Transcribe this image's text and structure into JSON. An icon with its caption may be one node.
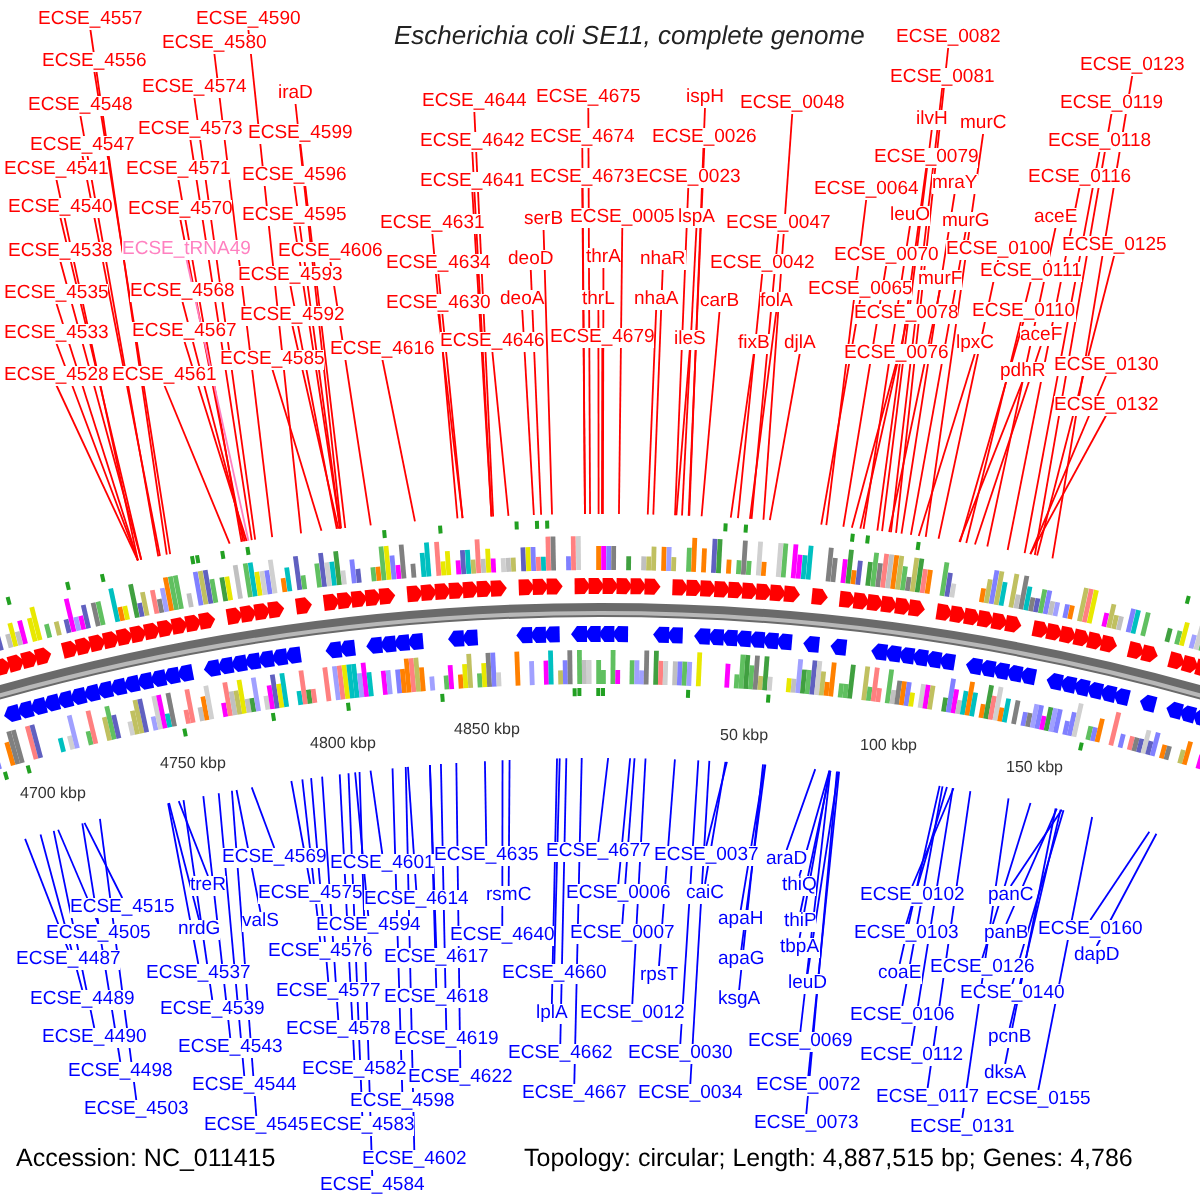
{
  "diagram": {
    "title": "Escherichia coli SE11, complete genome",
    "nodes": [
      {
        "text": [
          "ECSE_4557"
        ]
      },
      {
        "text": [
          "ECSE_4556"
        ]
      },
      {
        "text": [
          "ECSE_4548"
        ]
      },
      {
        "text": [
          "ECSE_4547"
        ]
      },
      {
        "text": [
          "ECSE_4541"
        ]
      },
      {
        "text": [
          "ECSE_4540"
        ]
      },
      {
        "text": [
          "ECSE_4538"
        ]
      },
      {
        "text": [
          "ECSE_4535"
        ]
      },
      {
        "text": [
          "ECSE_4533"
        ]
      },
      {
        "text": [
          "ECSE_4528"
        ]
      },
      {
        "text": [
          "ECSE_4580"
        ]
      },
      {
        "text": [
          "ECSE_4574"
        ]
      },
      {
        "text": [
          "ECSE_4573"
        ]
      },
      {
        "text": [
          "ECSE_4571"
        ]
      },
      {
        "text": [
          "ECSE_4570"
        ]
      },
      {
        "text": [
          "ECSE_tRNA49"
        ]
      },
      {
        "text": [
          "ECSE_4568"
        ]
      },
      {
        "text": [
          "ECSE_4567"
        ]
      },
      {
        "text": [
          "ECSE_4561"
        ]
      },
      {
        "text": [
          "ECSE_4590"
        ]
      },
      {
        "text": [
          "iraD"
        ]
      },
      {
        "text": [
          "ECSE_4599"
        ]
      },
      {
        "text": [
          "ECSE_4596"
        ]
      },
      {
        "text": [
          "ECSE_4595"
        ]
      },
      {
        "text": [
          "ECSE_4606"
        ]
      },
      {
        "text": [
          "ECSE_4593"
        ]
      },
      {
        "text": [
          "ECSE_4592"
        ]
      },
      {
        "text": [
          "ECSE_4585"
        ]
      },
      {
        "text": [
          "ECSE_4631"
        ]
      },
      {
        "text": [
          "ECSE_4616"
        ]
      },
      {
        "text": [
          "ECSE_4634"
        ]
      },
      {
        "text": [
          "ECSE_4630"
        ]
      },
      {
        "text": [
          "ECSE_4644"
        ]
      },
      {
        "text": [
          "ECSE_4642"
        ]
      },
      {
        "text": [
          "ECSE_4641"
        ]
      },
      {
        "text": [
          "serB"
        ]
      },
      {
        "text": [
          "deoD"
        ]
      },
      {
        "text": [
          "deoA"
        ]
      },
      {
        "text": [
          "ECSE_4646"
        ]
      },
      {
        "text": [
          "ECSE_4675"
        ]
      },
      {
        "text": [
          "ECSE_4674"
        ]
      },
      {
        "text": [
          "ECSE_4673"
        ]
      },
      {
        "text": [
          "ECSE_0005"
        ]
      },
      {
        "text": [
          "thrA"
        ]
      },
      {
        "text": [
          "thrL"
        ]
      },
      {
        "text": [
          "ECSE_4679"
        ]
      },
      {
        "text": [
          "ispH"
        ]
      },
      {
        "text": [
          "ECSE_0026"
        ]
      },
      {
        "text": [
          "ECSE_0023"
        ]
      },
      {
        "text": [
          "lspA"
        ]
      },
      {
        "text": [
          "nhaR"
        ]
      },
      {
        "text": [
          "nhaA"
        ]
      },
      {
        "text": [
          "ileS"
        ]
      },
      {
        "text": [
          "carB"
        ]
      },
      {
        "text": [
          "ECSE_0048"
        ]
      },
      {
        "text": [
          "ECSE_0047"
        ]
      },
      {
        "text": [
          "ECSE_0042"
        ]
      },
      {
        "text": [
          "folA"
        ]
      },
      {
        "text": [
          "fixB"
        ]
      },
      {
        "text": [
          "djlA"
        ]
      },
      {
        "text": [
          "ECSE_0082"
        ]
      },
      {
        "text": [
          "ECSE_0081"
        ]
      },
      {
        "text": [
          "ilvH"
        ]
      },
      {
        "text": [
          "murC"
        ]
      },
      {
        "text": [
          "ECSE_0079"
        ]
      },
      {
        "text": [
          "mraY"
        ]
      },
      {
        "text": [
          "ECSE_0064"
        ]
      },
      {
        "text": [
          "leuO"
        ]
      },
      {
        "text": [
          "murG"
        ]
      },
      {
        "text": [
          "ECSE_0070"
        ]
      },
      {
        "text": [
          "ECSE_0100"
        ]
      },
      {
        "text": [
          "murF"
        ]
      },
      {
        "text": [
          "ECSE_0065"
        ]
      },
      {
        "text": [
          "ECSE_0111"
        ]
      },
      {
        "text": [
          "ECSE_0078"
        ]
      },
      {
        "text": [
          "ECSE_0110"
        ]
      },
      {
        "text": [
          "lpxC"
        ]
      },
      {
        "text": [
          "aceF"
        ]
      },
      {
        "text": [
          "ECSE_0076"
        ]
      },
      {
        "text": [
          "pdhR"
        ]
      },
      {
        "text": [
          "ECSE_0130"
        ]
      },
      {
        "text": [
          "ECSE_0132"
        ]
      },
      {
        "text": [
          "ECSE_0123"
        ]
      },
      {
        "text": [
          "ECSE_0119"
        ]
      },
      {
        "text": [
          "ECSE_0118"
        ]
      },
      {
        "text": [
          "ECSE_0116"
        ]
      },
      {
        "text": [
          "aceE"
        ]
      },
      {
        "text": [
          "ECSE_0125"
        ]
      },
      {
        "text": [
          "ECSE_4515"
        ]
      },
      {
        "text": [
          "ECSE_4505"
        ]
      },
      {
        "text": [
          "ECSE_4487"
        ]
      },
      {
        "text": [
          "ECSE_4489"
        ]
      },
      {
        "text": [
          "ECSE_4490"
        ]
      },
      {
        "text": [
          "ECSE_4498"
        ]
      },
      {
        "text": [
          "ECSE_4503"
        ]
      },
      {
        "text": [
          "treR"
        ]
      },
      {
        "text": [
          "nrdG"
        ]
      },
      {
        "text": [
          "ECSE_4537"
        ]
      },
      {
        "text": [
          "ECSE_4539"
        ]
      },
      {
        "text": [
          "ECSE_4543"
        ]
      },
      {
        "text": [
          "ECSE_4544"
        ]
      },
      {
        "text": [
          "ECSE_4545"
        ]
      },
      {
        "text": [
          "ECSE_4569"
        ]
      },
      {
        "text": [
          "valS"
        ]
      },
      {
        "text": [
          "ECSE_4575"
        ]
      },
      {
        "text": [
          "ECSE_4576"
        ]
      },
      {
        "text": [
          "ECSE_4577"
        ]
      },
      {
        "text": [
          "ECSE_4578"
        ]
      },
      {
        "text": [
          "ECSE_4582"
        ]
      },
      {
        "text": [
          "ECSE_4583"
        ]
      },
      {
        "text": [
          "ECSE_4584"
        ]
      },
      {
        "text": [
          "ECSE_4601"
        ]
      },
      {
        "text": [
          "ECSE_4594"
        ]
      },
      {
        "text": [
          "ECSE_4614"
        ]
      },
      {
        "text": [
          "ECSE_4617"
        ]
      },
      {
        "text": [
          "ECSE_4618"
        ]
      },
      {
        "text": [
          "ECSE_4619"
        ]
      },
      {
        "text": [
          "ECSE_4622"
        ]
      },
      {
        "text": [
          "ECSE_4598"
        ]
      },
      {
        "text": [
          "ECSE_4602"
        ]
      },
      {
        "text": [
          "ECSE_4635"
        ]
      },
      {
        "text": [
          "rsmC"
        ]
      },
      {
        "text": [
          "ECSE_4640"
        ]
      },
      {
        "text": [
          "ECSE_4660"
        ]
      },
      {
        "text": [
          "lplA"
        ]
      },
      {
        "text": [
          "ECSE_4662"
        ]
      },
      {
        "text": [
          "ECSE_4667"
        ]
      },
      {
        "text": [
          "ECSE_4677"
        ]
      },
      {
        "text": [
          "ECSE_0006"
        ]
      },
      {
        "text": [
          "ECSE_0007"
        ]
      },
      {
        "text": [
          "rpsT"
        ]
      },
      {
        "text": [
          "ECSE_0012"
        ]
      },
      {
        "text": [
          "ECSE_0030"
        ]
      },
      {
        "text": [
          "ECSE_0034"
        ]
      },
      {
        "text": [
          "ECSE_0037"
        ]
      },
      {
        "text": [
          "caiC"
        ]
      },
      {
        "text": [
          "apaH"
        ]
      },
      {
        "text": [
          "apaG"
        ]
      },
      {
        "text": [
          "ksgA"
        ]
      },
      {
        "text": [
          "araD"
        ]
      },
      {
        "text": [
          "thiQ"
        ]
      },
      {
        "text": [
          "thiP"
        ]
      },
      {
        "text": [
          "tbpA"
        ]
      },
      {
        "text": [
          "leuD"
        ]
      },
      {
        "text": [
          "ECSE_0069"
        ]
      },
      {
        "text": [
          "ECSE_0072"
        ]
      },
      {
        "text": [
          "ECSE_0073"
        ]
      },
      {
        "text": [
          "ECSE_0102"
        ]
      },
      {
        "text": [
          "ECSE_0103"
        ]
      },
      {
        "text": [
          "coaE"
        ]
      },
      {
        "text": [
          "ECSE_0106"
        ]
      },
      {
        "text": [
          "ECSE_0112"
        ]
      },
      {
        "text": [
          "ECSE_0117"
        ]
      },
      {
        "text": [
          "ECSE_0131"
        ]
      },
      {
        "text": [
          "panC"
        ]
      },
      {
        "text": [
          "panB"
        ]
      },
      {
        "text": [
          "ECSE_0126"
        ]
      },
      {
        "text": [
          "ECSE_0140"
        ]
      },
      {
        "text": [
          "pcnB"
        ]
      },
      {
        "text": [
          "dksA"
        ]
      },
      {
        "text": [
          "ECSE_0155"
        ]
      },
      {
        "text": [
          "ECSE_0160"
        ]
      },
      {
        "text": [
          "dapD"
        ]
      }
    ],
    "edges": [
      {
        "from": 0,
        "to": null,
        "arrow": "none",
        "color": "#ff0000"
      },
      {
        "from": 1,
        "to": null,
        "arrow": "none",
        "color": "#ff0000"
      },
      {
        "from": 2,
        "to": null,
        "arrow": "none",
        "color": "#ff0000"
      },
      {
        "from": 3,
        "to": null,
        "arrow": "none",
        "color": "#ff0000"
      },
      {
        "from": 4,
        "to": null,
        "arrow": "none",
        "color": "#ff0000"
      },
      {
        "from": 5,
        "to": null,
        "arrow": "none",
        "color": "#ff0000"
      },
      {
        "from": 6,
        "to": null,
        "arrow": "none",
        "color": "#ff0000"
      },
      {
        "from": 7,
        "to": null,
        "arrow": "none",
        "color": "#ff0000"
      },
      {
        "from": 8,
        "to": null,
        "arrow": "none",
        "color": "#ff0000"
      },
      {
        "from": 9,
        "to": null,
        "arrow": "none",
        "color": "#ff0000"
      },
      {
        "from": 10,
        "to": null,
        "arrow": "none",
        "color": "#ff0000"
      },
      {
        "from": 11,
        "to": null,
        "arrow": "none",
        "color": "#ff0000"
      },
      {
        "from": 12,
        "to": null,
        "arrow": "none",
        "color": "#ff0000"
      },
      {
        "from": 13,
        "to": null,
        "arrow": "none",
        "color": "#ff0000"
      },
      {
        "from": 14,
        "to": null,
        "arrow": "none",
        "color": "#ff0000"
      },
      {
        "from": 15,
        "to": null,
        "arrow": "none",
        "color": "#ff80c0"
      },
      {
        "from": 16,
        "to": null,
        "arrow": "none",
        "color": "#ff0000"
      },
      {
        "from": 17,
        "to": null,
        "arrow": "none",
        "color": "#ff0000"
      },
      {
        "from": 18,
        "to": null,
        "arrow": "none",
        "color": "#ff0000"
      },
      {
        "from": 19,
        "to": null,
        "arrow": "none",
        "color": "#ff0000"
      },
      {
        "from": 20,
        "to": null,
        "arrow": "none",
        "color": "#ff0000"
      },
      {
        "from": 21,
        "to": null,
        "arrow": "none",
        "color": "#ff0000"
      },
      {
        "from": 22,
        "to": null,
        "arrow": "none",
        "color": "#ff0000"
      },
      {
        "from": 23,
        "to": null,
        "arrow": "none",
        "color": "#ff0000"
      },
      {
        "from": 24,
        "to": null,
        "arrow": "none",
        "color": "#ff0000"
      },
      {
        "from": 25,
        "to": null,
        "arrow": "none",
        "color": "#ff0000"
      },
      {
        "from": 26,
        "to": null,
        "arrow": "none",
        "color": "#ff0000"
      },
      {
        "from": 27,
        "to": null,
        "arrow": "none",
        "color": "#ff0000"
      },
      {
        "from": 28,
        "to": null,
        "arrow": "none",
        "color": "#ff0000"
      },
      {
        "from": 29,
        "to": null,
        "arrow": "none",
        "color": "#ff0000"
      },
      {
        "from": 30,
        "to": null,
        "arrow": "none",
        "color": "#ff0000"
      },
      {
        "from": 31,
        "to": null,
        "arrow": "none",
        "color": "#ff0000"
      },
      {
        "from": 32,
        "to": null,
        "arrow": "none",
        "color": "#ff0000"
      },
      {
        "from": 33,
        "to": null,
        "arrow": "none",
        "color": "#ff0000"
      },
      {
        "from": 34,
        "to": null,
        "arrow": "none",
        "color": "#ff0000"
      },
      {
        "from": 35,
        "to": null,
        "arrow": "none",
        "color": "#ff0000"
      },
      {
        "from": 36,
        "to": null,
        "arrow": "none",
        "color": "#ff0000"
      },
      {
        "from": 37,
        "to": null,
        "arrow": "none",
        "color": "#ff0000"
      },
      {
        "from": 38,
        "to": null,
        "arrow": "none",
        "color": "#ff0000"
      },
      {
        "from": 39,
        "to": null,
        "arrow": "none",
        "color": "#ff0000"
      },
      {
        "from": 40,
        "to": null,
        "arrow": "none",
        "color": "#ff0000"
      },
      {
        "from": 41,
        "to": null,
        "arrow": "none",
        "color": "#ff0000"
      },
      {
        "from": 42,
        "to": null,
        "arrow": "none",
        "color": "#ff0000"
      },
      {
        "from": 43,
        "to": null,
        "arrow": "none",
        "color": "#ff0000"
      },
      {
        "from": 44,
        "to": null,
        "arrow": "none",
        "color": "#ff0000"
      },
      {
        "from": 45,
        "to": null,
        "arrow": "none",
        "color": "#ff0000"
      },
      {
        "from": 46,
        "to": null,
        "arrow": "none",
        "color": "#ff0000"
      },
      {
        "from": 47,
        "to": null,
        "arrow": "none",
        "color": "#ff0000"
      },
      {
        "from": 48,
        "to": null,
        "arrow": "none",
        "color": "#ff0000"
      },
      {
        "from": 49,
        "to": null,
        "arrow": "none",
        "color": "#ff0000"
      },
      {
        "from": 50,
        "to": null,
        "arrow": "none",
        "color": "#ff0000"
      },
      {
        "from": 51,
        "to": null,
        "arrow": "none",
        "color": "#ff0000"
      },
      {
        "from": 52,
        "to": null,
        "arrow": "none",
        "color": "#ff0000"
      },
      {
        "from": 53,
        "to": null,
        "arrow": "none",
        "color": "#ff0000"
      },
      {
        "from": 54,
        "to": null,
        "arrow": "none",
        "color": "#ff0000"
      },
      {
        "from": 55,
        "to": null,
        "arrow": "none",
        "color": "#ff0000"
      },
      {
        "from": 56,
        "to": null,
        "arrow": "none",
        "color": "#ff0000"
      },
      {
        "from": 57,
        "to": null,
        "arrow": "none",
        "color": "#ff0000"
      },
      {
        "from": 58,
        "to": null,
        "arrow": "none",
        "color": "#ff0000"
      },
      {
        "from": 59,
        "to": null,
        "arrow": "none",
        "color": "#ff0000"
      },
      {
        "from": 60,
        "to": null,
        "arrow": "none",
        "color": "#ff0000"
      },
      {
        "from": 61,
        "to": null,
        "arrow": "none",
        "color": "#ff0000"
      },
      {
        "from": 62,
        "to": null,
        "arrow": "none",
        "color": "#ff0000"
      },
      {
        "from": 63,
        "to": null,
        "arrow": "none",
        "color": "#ff0000"
      },
      {
        "from": 64,
        "to": null,
        "arrow": "none",
        "color": "#ff0000"
      },
      {
        "from": 65,
        "to": null,
        "arrow": "none",
        "color": "#ff0000"
      },
      {
        "from": 66,
        "to": null,
        "arrow": "none",
        "color": "#ff0000"
      },
      {
        "from": 67,
        "to": null,
        "arrow": "none",
        "color": "#ff0000"
      },
      {
        "from": 68,
        "to": null,
        "arrow": "none",
        "color": "#ff0000"
      },
      {
        "from": 69,
        "to": null,
        "arrow": "none",
        "color": "#ff0000"
      },
      {
        "from": 70,
        "to": null,
        "arrow": "none",
        "color": "#ff0000"
      },
      {
        "from": 71,
        "to": null,
        "arrow": "none",
        "color": "#ff0000"
      },
      {
        "from": 72,
        "to": null,
        "arrow": "none",
        "color": "#ff0000"
      },
      {
        "from": 73,
        "to": null,
        "arrow": "none",
        "color": "#ff0000"
      },
      {
        "from": 74,
        "to": null,
        "arrow": "none",
        "color": "#ff0000"
      },
      {
        "from": 75,
        "to": null,
        "arrow": "none",
        "color": "#ff0000"
      },
      {
        "from": 76,
        "to": null,
        "arrow": "none",
        "color": "#ff0000"
      },
      {
        "from": 77,
        "to": null,
        "arrow": "none",
        "color": "#ff0000"
      },
      {
        "from": 78,
        "to": null,
        "arrow": "none",
        "color": "#ff0000"
      },
      {
        "from": 79,
        "to": null,
        "arrow": "none",
        "color": "#ff0000"
      },
      {
        "from": 80,
        "to": null,
        "arrow": "none",
        "color": "#ff0000"
      },
      {
        "from": 81,
        "to": null,
        "arrow": "none",
        "color": "#ff0000"
      },
      {
        "from": 82,
        "to": null,
        "arrow": "none",
        "color": "#ff0000"
      },
      {
        "from": 83,
        "to": null,
        "arrow": "none",
        "color": "#ff0000"
      },
      {
        "from": 84,
        "to": null,
        "arrow": "none",
        "color": "#ff0000"
      },
      {
        "from": 85,
        "to": null,
        "arrow": "none",
        "color": "#ff0000"
      },
      {
        "from": 86,
        "to": null,
        "arrow": "none",
        "color": "#ff0000"
      },
      {
        "from": 87,
        "to": null,
        "arrow": "none",
        "color": "#ff0000"
      },
      {
        "from": 88,
        "to": null,
        "arrow": "none",
        "color": "#0000ff"
      },
      {
        "from": 89,
        "to": null,
        "arrow": "none",
        "color": "#0000ff"
      },
      {
        "from": 90,
        "to": null,
        "arrow": "none",
        "color": "#0000ff"
      },
      {
        "from": 91,
        "to": null,
        "arrow": "none",
        "color": "#0000ff"
      },
      {
        "from": 92,
        "to": null,
        "arrow": "none",
        "color": "#0000ff"
      },
      {
        "from": 93,
        "to": null,
        "arrow": "none",
        "color": "#0000ff"
      },
      {
        "from": 94,
        "to": null,
        "arrow": "none",
        "color": "#0000ff"
      },
      {
        "from": 95,
        "to": null,
        "arrow": "none",
        "color": "#0000ff"
      },
      {
        "from": 96,
        "to": null,
        "arrow": "none",
        "color": "#0000ff"
      },
      {
        "from": 97,
        "to": null,
        "arrow": "none",
        "color": "#0000ff"
      },
      {
        "from": 98,
        "to": null,
        "arrow": "none",
        "color": "#0000ff"
      },
      {
        "from": 99,
        "to": null,
        "arrow": "none",
        "color": "#0000ff"
      },
      {
        "from": 100,
        "to": null,
        "arrow": "none",
        "color": "#0000ff"
      },
      {
        "from": 101,
        "to": null,
        "arrow": "none",
        "color": "#0000ff"
      },
      {
        "from": 102,
        "to": null,
        "arrow": "none",
        "color": "#0000ff"
      },
      {
        "from": 103,
        "to": null,
        "arrow": "none",
        "color": "#0000ff"
      },
      {
        "from": 104,
        "to": null,
        "arrow": "none",
        "color": "#0000ff"
      },
      {
        "from": 105,
        "to": null,
        "arrow": "none",
        "color": "#0000ff"
      },
      {
        "from": 106,
        "to": null,
        "arrow": "none",
        "color": "#0000ff"
      },
      {
        "from": 107,
        "to": null,
        "arrow": "none",
        "color": "#0000ff"
      },
      {
        "from": 108,
        "to": null,
        "arrow": "none",
        "color": "#0000ff"
      },
      {
        "from": 109,
        "to": null,
        "arrow": "none",
        "color": "#0000ff"
      },
      {
        "from": 110,
        "to": null,
        "arrow": "none",
        "color": "#0000ff"
      },
      {
        "from": 111,
        "to": null,
        "arrow": "none",
        "color": "#0000ff"
      },
      {
        "from": 112,
        "to": null,
        "arrow": "none",
        "color": "#0000ff"
      },
      {
        "from": 113,
        "to": null,
        "arrow": "none",
        "color": "#0000ff"
      },
      {
        "from": 114,
        "to": null,
        "arrow": "none",
        "color": "#0000ff"
      },
      {
        "from": 115,
        "to": null,
        "arrow": "none",
        "color": "#0000ff"
      },
      {
        "from": 116,
        "to": null,
        "arrow": "none",
        "color": "#0000ff"
      },
      {
        "from": 117,
        "to": null,
        "arrow": "none",
        "color": "#0000ff"
      },
      {
        "from": 118,
        "to": null,
        "arrow": "none",
        "color": "#0000ff"
      },
      {
        "from": 119,
        "to": null,
        "arrow": "none",
        "color": "#0000ff"
      },
      {
        "from": 120,
        "to": null,
        "arrow": "none",
        "color": "#0000ff"
      },
      {
        "from": 121,
        "to": null,
        "arrow": "none",
        "color": "#0000ff"
      },
      {
        "from": 122,
        "to": null,
        "arrow": "none",
        "color": "#0000ff"
      },
      {
        "from": 123,
        "to": null,
        "arrow": "none",
        "color": "#0000ff"
      },
      {
        "from": 124,
        "to": null,
        "arrow": "none",
        "color": "#0000ff"
      },
      {
        "from": 125,
        "to": null,
        "arrow": "none",
        "color": "#0000ff"
      },
      {
        "from": 126,
        "to": null,
        "arrow": "none",
        "color": "#0000ff"
      },
      {
        "from": 127,
        "to": null,
        "arrow": "none",
        "color": "#0000ff"
      },
      {
        "from": 128,
        "to": null,
        "arrow": "none",
        "color": "#0000ff"
      },
      {
        "from": 129,
        "to": null,
        "arrow": "none",
        "color": "#0000ff"
      },
      {
        "from": 130,
        "to": null,
        "arrow": "none",
        "color": "#0000ff"
      },
      {
        "from": 131,
        "to": null,
        "arrow": "none",
        "color": "#0000ff"
      },
      {
        "from": 132,
        "to": null,
        "arrow": "none",
        "color": "#0000ff"
      },
      {
        "from": 133,
        "to": null,
        "arrow": "none",
        "color": "#0000ff"
      },
      {
        "from": 134,
        "to": null,
        "arrow": "none",
        "color": "#0000ff"
      },
      {
        "from": 135,
        "to": null,
        "arrow": "none",
        "color": "#0000ff"
      },
      {
        "from": 136,
        "to": null,
        "arrow": "none",
        "color": "#0000ff"
      },
      {
        "from": 137,
        "to": null,
        "arrow": "none",
        "color": "#0000ff"
      },
      {
        "from": 138,
        "to": null,
        "arrow": "none",
        "color": "#0000ff"
      },
      {
        "from": 139,
        "to": null,
        "arrow": "none",
        "color": "#0000ff"
      },
      {
        "from": 140,
        "to": null,
        "arrow": "none",
        "color": "#0000ff"
      },
      {
        "from": 141,
        "to": null,
        "arrow": "none",
        "color": "#0000ff"
      },
      {
        "from": 142,
        "to": null,
        "arrow": "none",
        "color": "#0000ff"
      },
      {
        "from": 143,
        "to": null,
        "arrow": "none",
        "color": "#0000ff"
      },
      {
        "from": 144,
        "to": null,
        "arrow": "none",
        "color": "#0000ff"
      },
      {
        "from": 145,
        "to": null,
        "arrow": "none",
        "color": "#0000ff"
      },
      {
        "from": 146,
        "to": null,
        "arrow": "none",
        "color": "#0000ff"
      },
      {
        "from": 147,
        "to": null,
        "arrow": "none",
        "color": "#0000ff"
      },
      {
        "from": 148,
        "to": null,
        "arrow": "none",
        "color": "#0000ff"
      },
      {
        "from": 149,
        "to": null,
        "arrow": "none",
        "color": "#0000ff"
      },
      {
        "from": 150,
        "to": null,
        "arrow": "none",
        "color": "#0000ff"
      },
      {
        "from": 151,
        "to": null,
        "arrow": "none",
        "color": "#0000ff"
      },
      {
        "from": 152,
        "to": null,
        "arrow": "none",
        "color": "#0000ff"
      },
      {
        "from": 153,
        "to": null,
        "arrow": "none",
        "color": "#0000ff"
      },
      {
        "from": 154,
        "to": null,
        "arrow": "none",
        "color": "#0000ff"
      },
      {
        "from": 155,
        "to": null,
        "arrow": "none",
        "color": "#0000ff"
      },
      {
        "from": 156,
        "to": null,
        "arrow": "none",
        "color": "#0000ff"
      },
      {
        "from": 157,
        "to": null,
        "arrow": "none",
        "color": "#0000ff"
      },
      {
        "from": 158,
        "to": null,
        "arrow": "none",
        "color": "#0000ff"
      },
      {
        "from": 159,
        "to": null,
        "arrow": "none",
        "color": "#0000ff"
      },
      {
        "from": 160,
        "to": null,
        "arrow": "none",
        "color": "#0000ff"
      },
      {
        "from": 161,
        "to": null,
        "arrow": "none",
        "color": "#0000ff"
      },
      {
        "from": 162,
        "to": null,
        "arrow": "none",
        "color": "#0000ff"
      }
    ],
    "labels": [
      "4700 kbp",
      "4750 kbp",
      "4800 kbp",
      "4850 kbp",
      "50 kbp",
      "100 kbp",
      "150 kbp",
      "Accession: NC_011415",
      "Topology: circular; Length: 4,887,515 bp; Genes: 4,786"
    ]
  }
}
